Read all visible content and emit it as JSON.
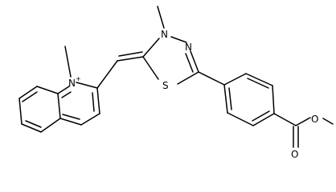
{
  "molecule": {
    "atoms": {
      "n_quinolinium": "N",
      "n_quinolinium_charge": "+",
      "n_thiadiazole_methyl": "N",
      "n_thiadiazole_ring": "N",
      "s_thiadiazole": "S",
      "o_ester_ether": "O",
      "o_ester_carbonyl": "O"
    }
  }
}
